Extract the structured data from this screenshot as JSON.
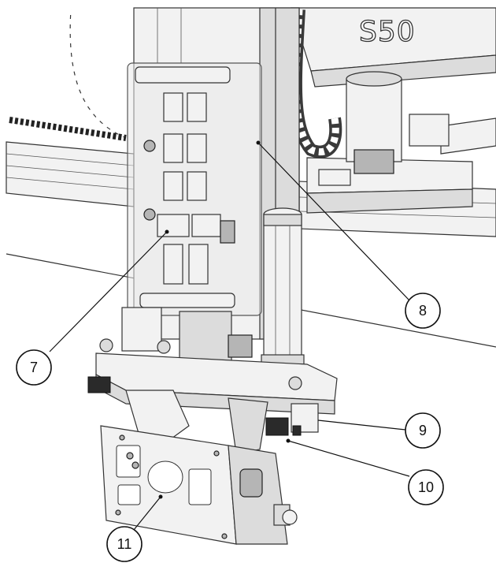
{
  "logo": {
    "text": "S50"
  },
  "callouts": [
    {
      "id": "7",
      "label": "7"
    },
    {
      "id": "8",
      "label": "8"
    },
    {
      "id": "9",
      "label": "9"
    },
    {
      "id": "10",
      "label": "10"
    },
    {
      "id": "11",
      "label": "11"
    }
  ]
}
